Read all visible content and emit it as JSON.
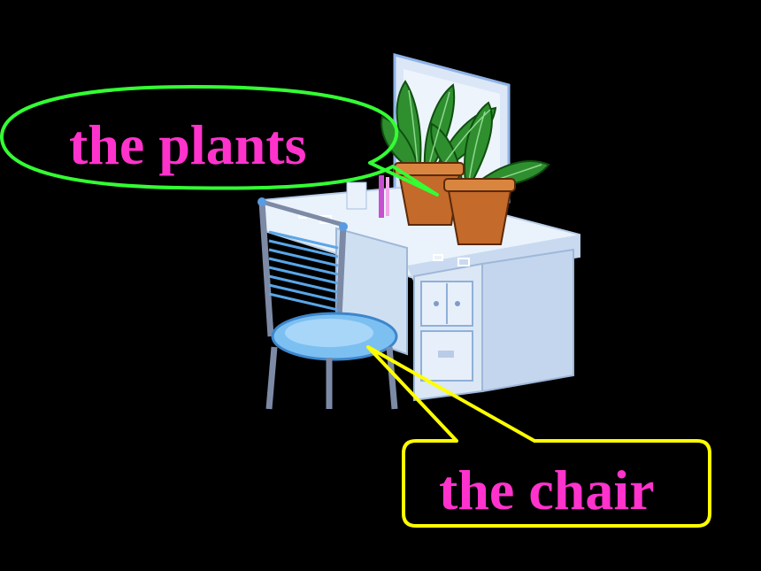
{
  "slide": {
    "background": "#000000",
    "label_color": "#ff33cc",
    "callouts": [
      {
        "id": "plants",
        "text": "the plants",
        "border_color": "#33ff33"
      },
      {
        "id": "chair",
        "text": "the chair",
        "border_color": "#ffff00"
      }
    ]
  },
  "illustration": {
    "subject": "desk with chair and potted plants",
    "icons": [
      "desk-icon",
      "chair-icon",
      "plant-pot-icon",
      "window-icon",
      "drawer-icon"
    ]
  }
}
